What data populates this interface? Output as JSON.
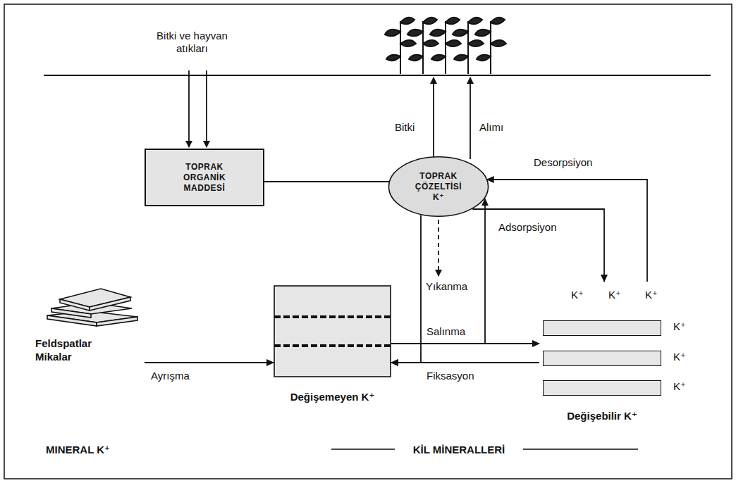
{
  "diagram": {
    "nodes": [
      {
        "text": [
          "TOPRAK ORGANİK MADDESİ"
        ]
      },
      {
        "text": [
          "TOPRAK ÇÖZELTİSİ K⁺"
        ]
      },
      {
        "text": [
          "Değişemeyen K⁺"
        ]
      },
      {
        "text": [
          "K⁺",
          "K⁺",
          "K⁺",
          "K⁺",
          "K⁺",
          "K⁺",
          "Değişebilir K⁺"
        ]
      },
      {
        "text": [
          "Feldspatlar Mikalar"
        ]
      }
    ],
    "edges": [
      {
        "from": 0,
        "to": 1,
        "arrow": "none"
      },
      {
        "from": 3,
        "to": 1,
        "label": "Desorpsiyon",
        "arrow": "to"
      },
      {
        "from": 1,
        "to": 3,
        "label": "Adsorpsiyon",
        "arrow": "to"
      },
      {
        "from": 1,
        "to": 2,
        "arrow": "to"
      },
      {
        "from": 2,
        "to": 1,
        "label": "Salınma",
        "arrow": "to"
      },
      {
        "from": 2,
        "to": 3,
        "arrow": "to"
      },
      {
        "from": 3,
        "to": 2,
        "label": "Fiksasyon",
        "arrow": "to"
      },
      {
        "from": 4,
        "to": 2,
        "label": "Ayrışma",
        "arrow": "to"
      }
    ],
    "labels": [
      "Bitki ve hayvan atıkları",
      "Bitki",
      "Alımı",
      "Yıkanma",
      "MINERAL K⁺",
      "KİL MİNERALLERİ"
    ]
  }
}
